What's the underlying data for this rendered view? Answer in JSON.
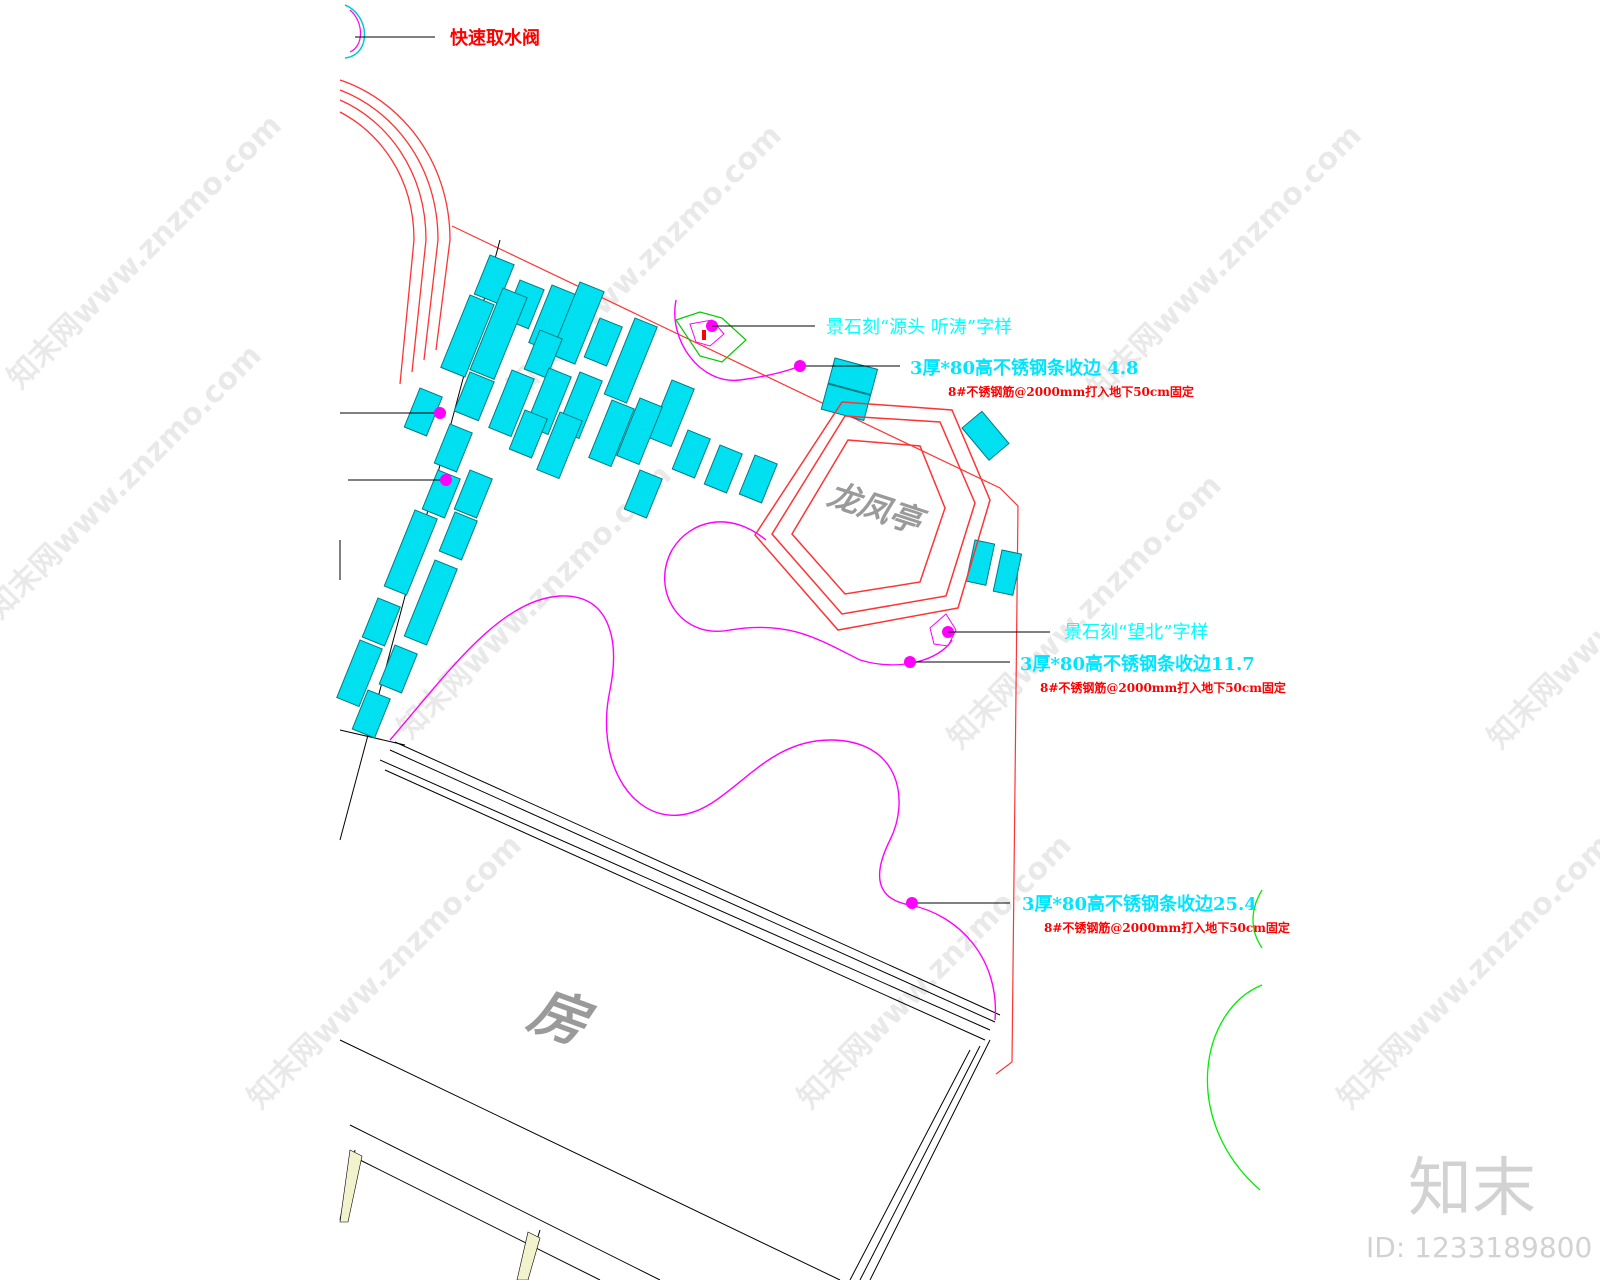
{
  "labels": {
    "valve": "快速取水阀",
    "stone1": "景石刻“源头 听涛”字样",
    "edge1": "3厚*80高不锈钢条收边 4.8",
    "note1": "8#不锈钢筋@2000mm打入地下50cm固定",
    "pavilion": "龙凤亭",
    "stone2": "景石刻“望北”字样",
    "edge2": "3厚*80高不锈钢条收边11.7",
    "note2": "8#不锈钢筋@2000mm打入地下50cm固定",
    "edge3": "3厚*80高不锈钢条收边25.4",
    "note3": "8#不锈钢筋@2000mm打入地下50cm固定",
    "house": "房"
  },
  "watermark": {
    "text": "知末网www.znzmo.com",
    "brand": "知末",
    "id": "ID: 1233189800"
  },
  "colors": {
    "boundary": "#ff3333",
    "path": "#ff00ff",
    "paver": "#00e0f0",
    "tree": "#00ff00",
    "label_cyan": "#00ffff",
    "label_red": "#ff0000"
  }
}
